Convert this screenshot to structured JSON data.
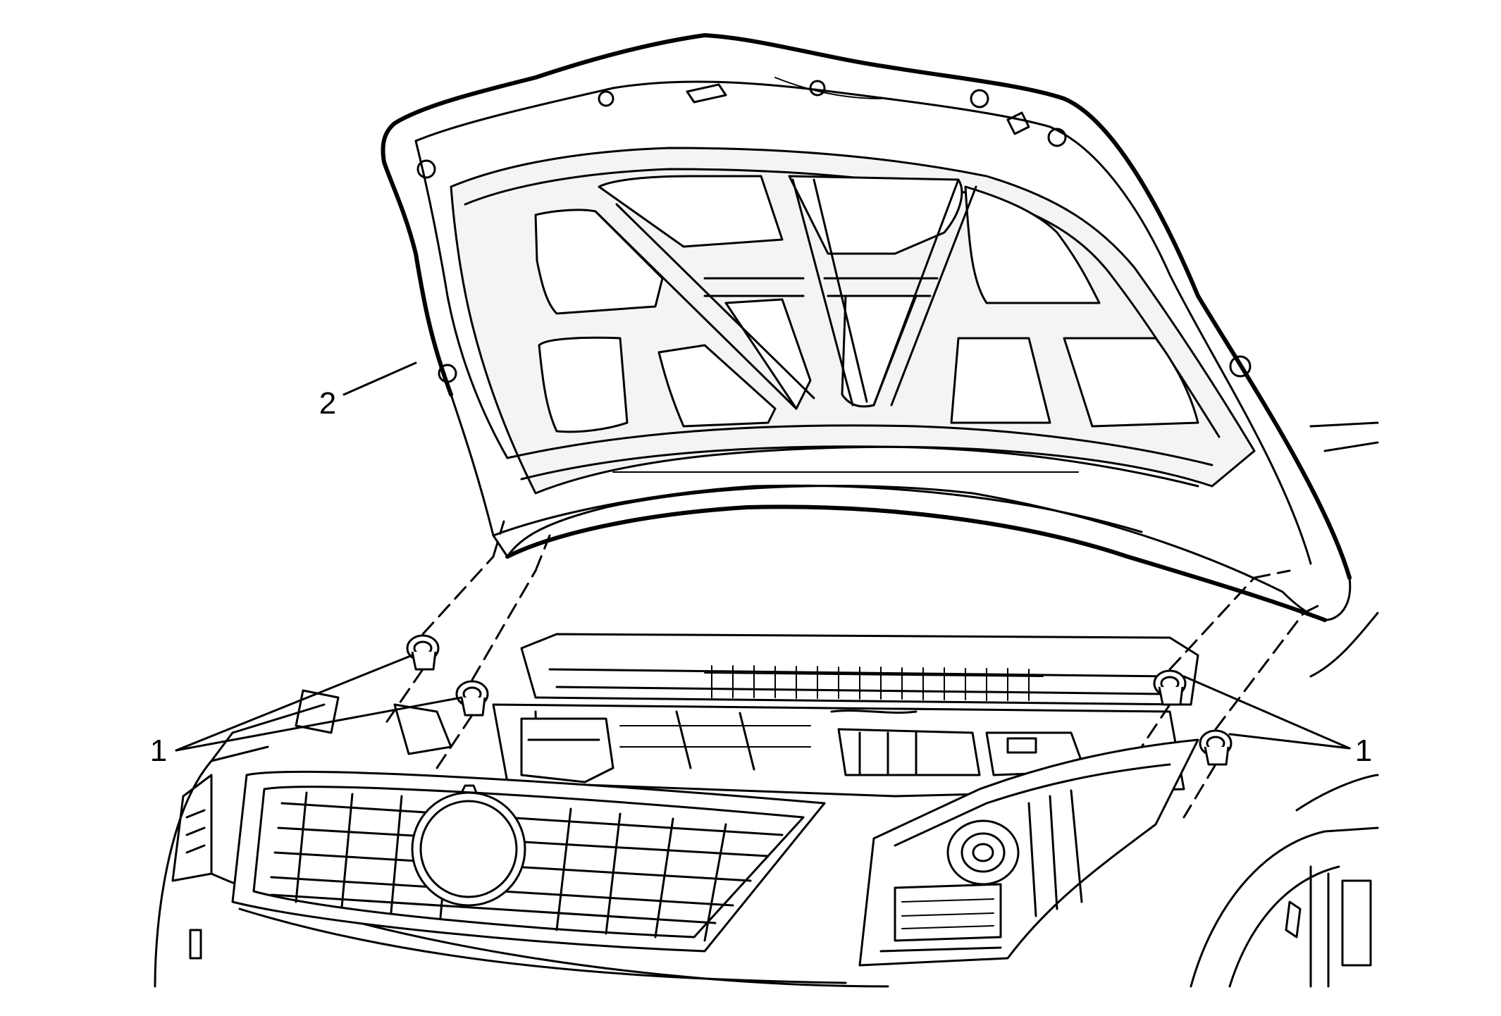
{
  "figure": {
    "background": "#ffffff",
    "line_color": "#000000"
  },
  "callouts": {
    "hood": "2",
    "insulator_retainers_left": "1",
    "insulator_retainers_right": "1"
  }
}
